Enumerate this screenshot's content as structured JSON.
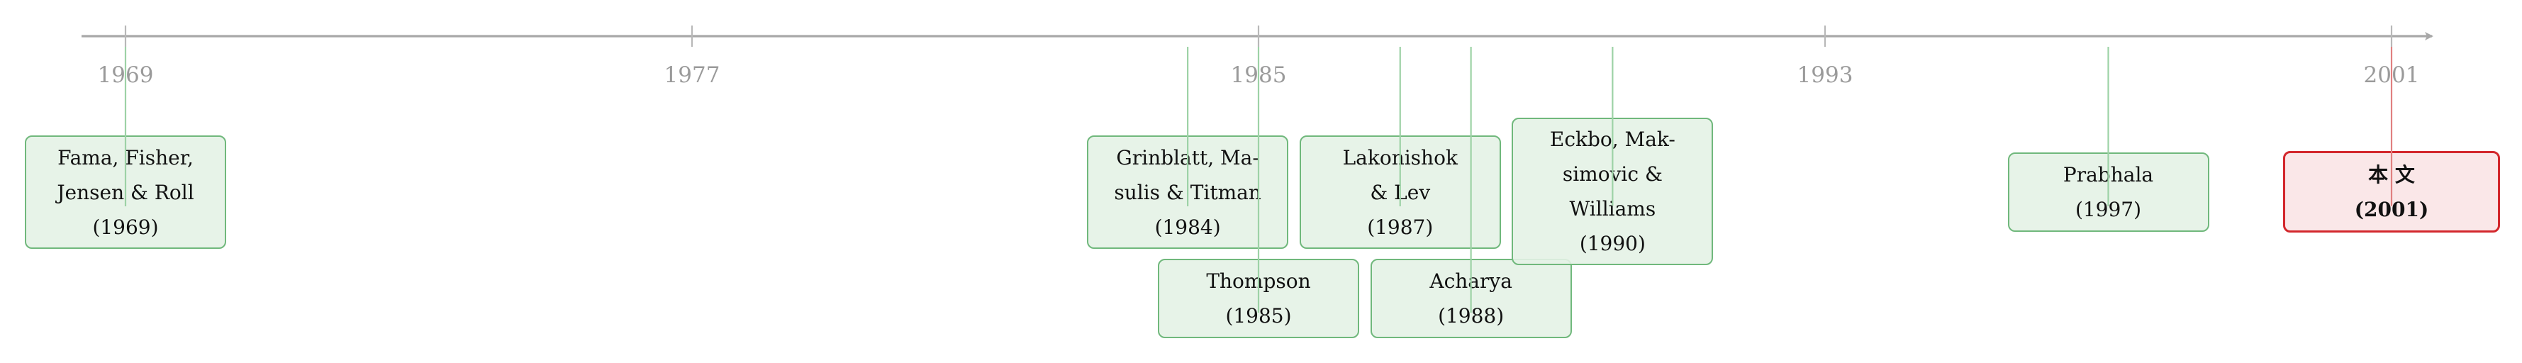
{
  "timeline": {
    "axis": {
      "start_year": 1969,
      "end_year": 2001,
      "tick_labels": [
        "1969",
        "1977",
        "1985",
        "1993",
        "2001"
      ],
      "tick_years": [
        1969,
        1977,
        1985,
        1993,
        2001
      ]
    },
    "colors": {
      "axis": "#a8a8a8",
      "tick_label": "#9a9a9a",
      "related_border": "#70b87c",
      "related_fill": "#e4f2e6",
      "related_connector": "#9dd2a6",
      "highlight_border": "#d3272c",
      "highlight_fill": "#fae4e6",
      "highlight_connector": "#e08080"
    },
    "studies": [
      {
        "id": "fama-fisher-jensen-roll",
        "year": 1969,
        "lines": [
          "Fama, Fisher,",
          "Jensen & Roll",
          "(1969)"
        ],
        "highlight": false
      },
      {
        "id": "grinblatt-masulis-titman",
        "year": 1984,
        "lines": [
          "Grinblatt, Ma-",
          "sulis & Titman",
          "(1984)"
        ],
        "highlight": false
      },
      {
        "id": "thompson",
        "year": 1985,
        "lines": [
          "Thompson",
          "(1985)"
        ],
        "highlight": false
      },
      {
        "id": "lakonishok-lev",
        "year": 1987,
        "lines": [
          "Lakonishok",
          "& Lev",
          "(1987)"
        ],
        "highlight": false
      },
      {
        "id": "acharya",
        "year": 1988,
        "lines": [
          "Acharya",
          "(1988)"
        ],
        "highlight": false
      },
      {
        "id": "eckbo-maksimovic-williams",
        "year": 1990,
        "lines": [
          "Eckbo, Mak-",
          "simovic &",
          "Williams",
          "(1990)"
        ],
        "highlight": false
      },
      {
        "id": "prabhala",
        "year": 1997,
        "lines": [
          "Prabhala",
          "(1997)"
        ],
        "highlight": false
      },
      {
        "id": "this-paper",
        "year": 2001,
        "lines": [
          "本 文",
          "(2001)"
        ],
        "highlight": true
      }
    ]
  }
}
